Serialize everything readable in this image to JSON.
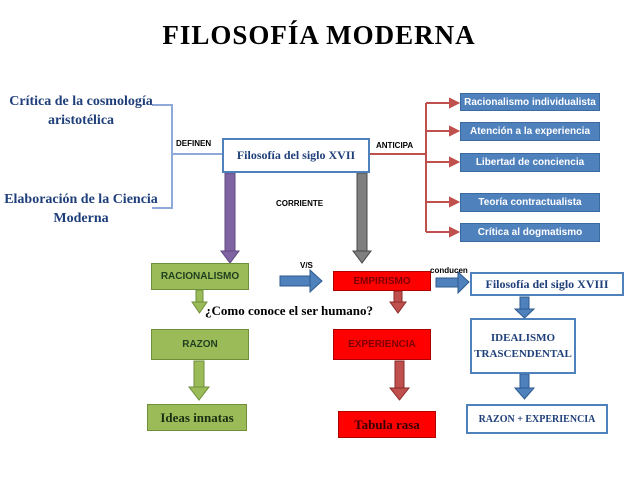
{
  "title": "FILOSOFÍA MODERNA",
  "left": {
    "critica": "Crítica de la cosmología aristotélica",
    "elaboracion": "Elaboración de la Ciencia Moderna"
  },
  "labels": {
    "definen": "DEFINEN",
    "anticipa": "ANTICIPA",
    "corriente": "CORRIENTE",
    "vs": "V/S",
    "conducen": "conducen",
    "pregunta": "¿Como conoce el ser humano?"
  },
  "center": {
    "siglo17": "Filosofía del siglo XVII"
  },
  "anticipa_items": [
    "Racionalismo individualista",
    "Atención a la experiencia",
    "Libertad de conciencia",
    "Teoría contractualista",
    "Crítica al dogmatismo"
  ],
  "racionalismo": {
    "name": "RACIONALISMO",
    "razon": "RAZON",
    "ideas": "Ideas innatas"
  },
  "empirismo": {
    "name": "EMPIRISMO",
    "experiencia": "EXPERIENCIA",
    "tabula": "Tabula rasa"
  },
  "right": {
    "siglo18": "Filosofía del siglo XVIII",
    "idealismo": "IDEALISMO TRASCENDENTAL",
    "razon_exp": "RAZON + EXPERIENCIA"
  },
  "colors": {
    "blue": "#4f81bd",
    "green": "#9bbb59",
    "red": "#ff0000",
    "purple": "#8064a2",
    "title_text": "#1f3f7a"
  }
}
